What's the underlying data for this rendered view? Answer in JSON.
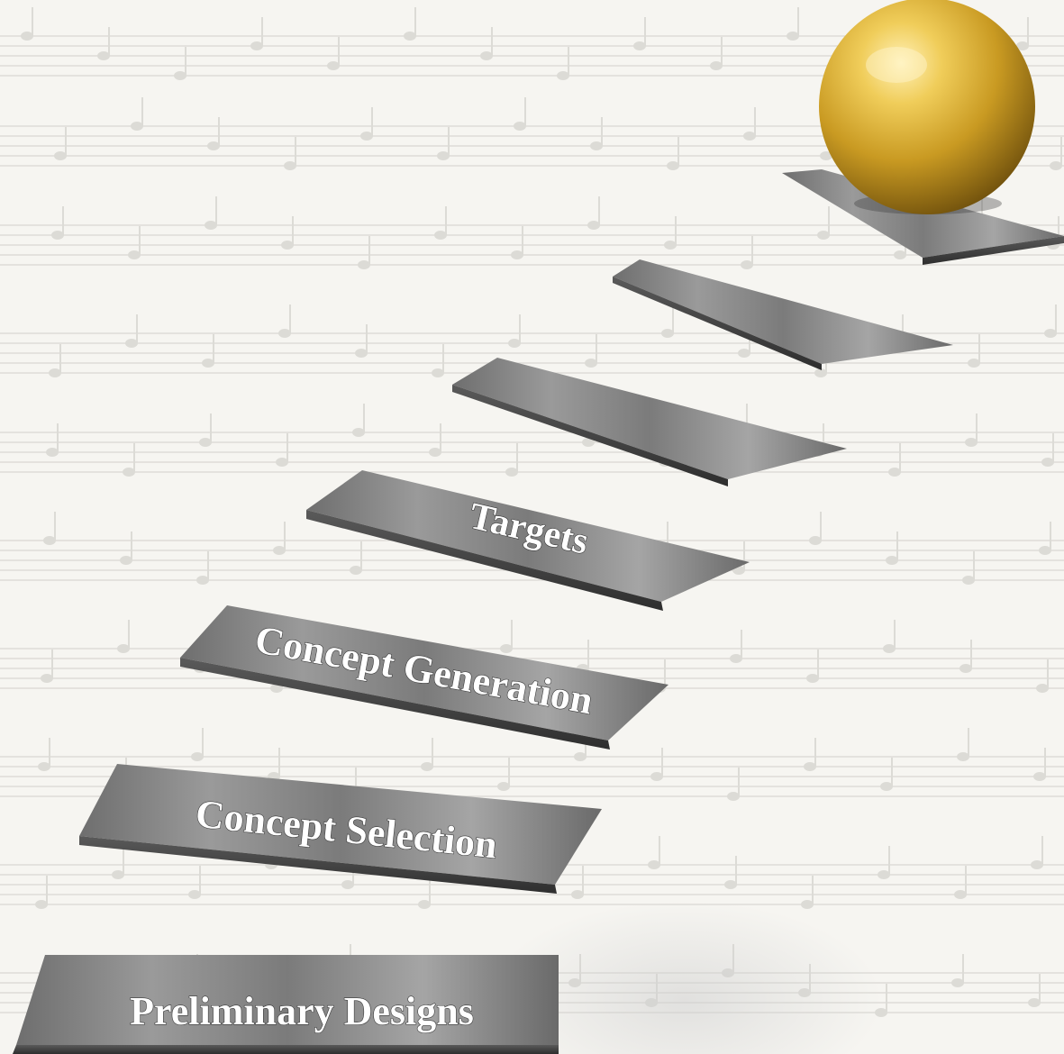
{
  "diagram": {
    "type": "staircase",
    "step_count": 7,
    "steps": [
      {
        "label": "Preliminary Designs"
      },
      {
        "label": "Concept Selection"
      },
      {
        "label": "Concept Generation"
      },
      {
        "label": "Targets"
      },
      {
        "label": ""
      },
      {
        "label": ""
      },
      {
        "label": ""
      }
    ],
    "goal_object": "gold-sphere",
    "background": "faint-sheet-music",
    "colors": {
      "step_top": "#8e8e8e",
      "step_edge": "#555555",
      "sphere": "#d6ad3a",
      "label_text": "#ffffff",
      "background": "#f6f5f1"
    }
  }
}
